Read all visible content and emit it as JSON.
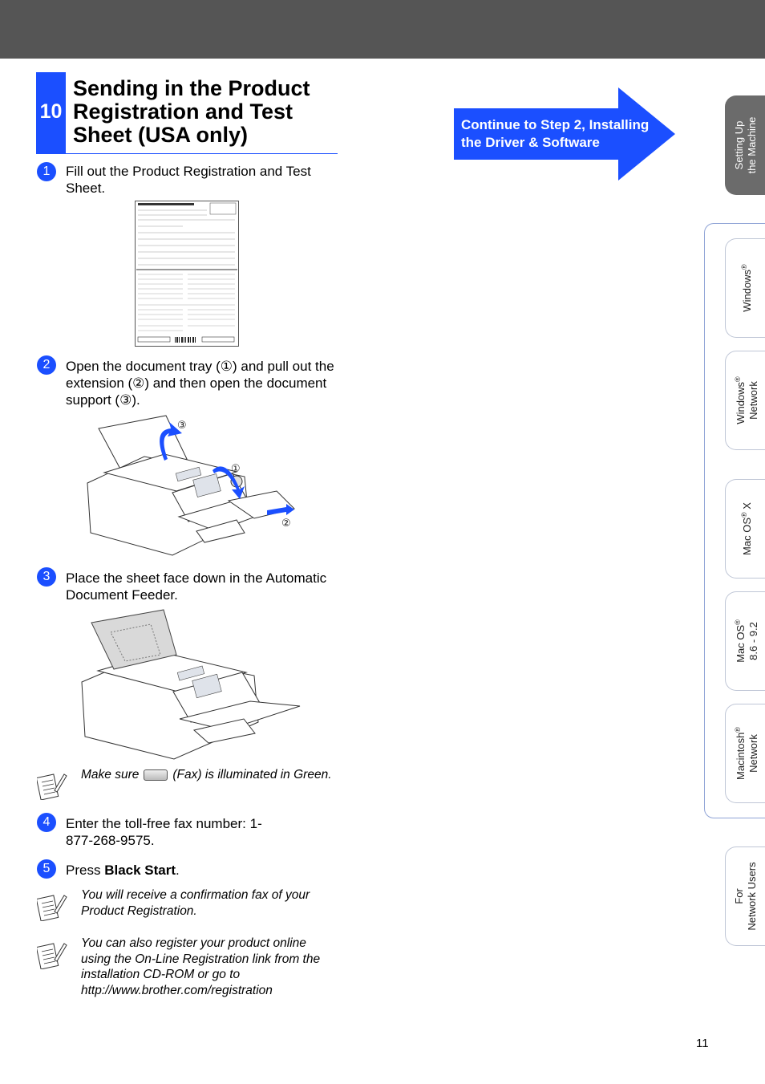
{
  "section": {
    "number": "10",
    "title": "Sending in the Product Registration and Test Sheet (USA only)"
  },
  "steps": [
    {
      "num": "1",
      "text": "Fill out the Product Registration and Test Sheet."
    },
    {
      "num": "2",
      "text": "Open the document tray (①) and pull out the extension (②) and then open the document support (③)."
    },
    {
      "num": "3",
      "text": "Place the sheet face down in the Automatic Document Feeder."
    },
    {
      "num": "4",
      "text": "Enter the toll-free fax number: 1-877-268-9575."
    },
    {
      "num": "5",
      "text_prefix": "Press ",
      "text_bold": "Black Start",
      "text_suffix": "."
    }
  ],
  "figure_callouts": {
    "one": "①",
    "two": "②",
    "three": "③"
  },
  "notes": {
    "fax_prefix": "Make sure",
    "fax_suffix": "(Fax) is illuminated in Green.",
    "confirmation": "You will receive a confirmation fax of your Product Registration.",
    "online": "You can also register your product online using the On-Line Registration link from the installation CD-ROM or go to http://www.brother.com/registration"
  },
  "continue_arrow": {
    "line1": "Continue to Step 2, Installing",
    "line2": "the Driver & Software",
    "color": "#1b4fff"
  },
  "side_tabs": {
    "setting_up": {
      "line1": "Setting Up",
      "line2": "the Machine"
    },
    "windows": {
      "line1": "Windows",
      "sup": "®"
    },
    "windows_network": {
      "line1": "Windows",
      "sup": "®",
      "line2": "Network"
    },
    "mac_osx": {
      "pre": "Mac OS",
      "sup": "®",
      "post": " X"
    },
    "mac_os9": {
      "line1": "Mac OS",
      "sup": "®",
      "line2": "8.6 - 9.2"
    },
    "macintosh_network": {
      "line1": "Macintosh",
      "sup": "®",
      "line2": "Network"
    },
    "network_users": {
      "line1": "For",
      "line2": "Network Users"
    }
  },
  "page_number": "11",
  "colors": {
    "accent": "#1b4fff",
    "top_bar": "#555555",
    "active_tab": "#6b6b6b"
  }
}
